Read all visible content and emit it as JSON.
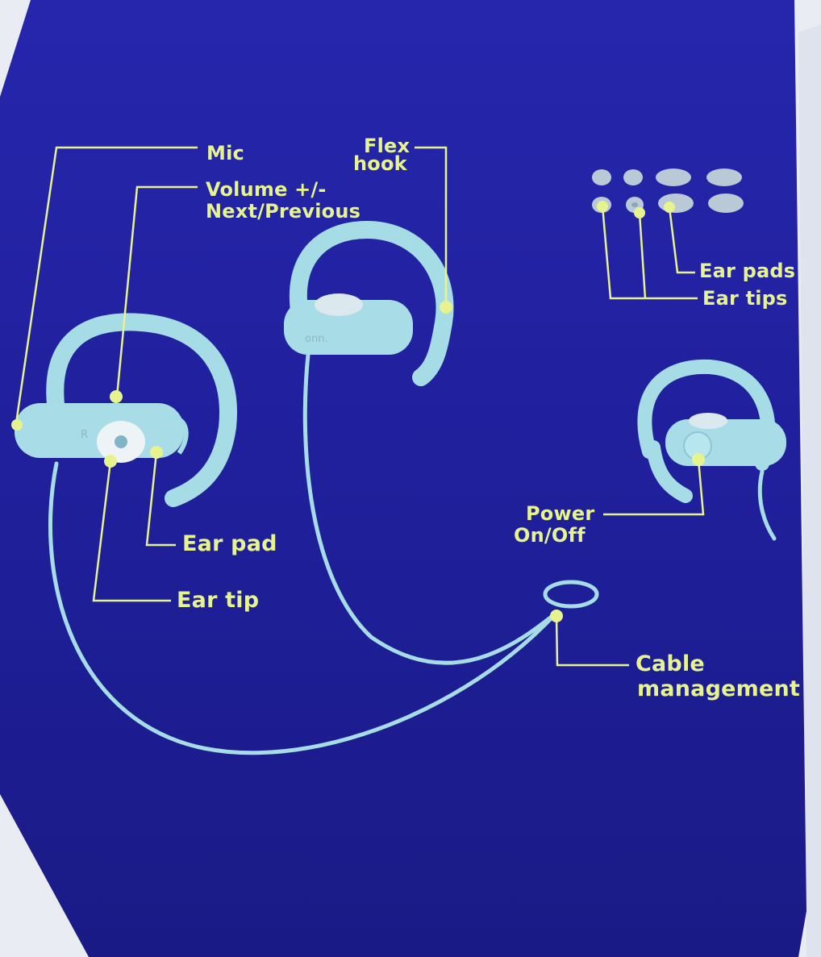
{
  "labels": {
    "mic": "Mic",
    "volume_line1": "Volume +/-",
    "volume_line2": "Next/Previous",
    "flex_line1": "Flex",
    "flex_line2": "hook",
    "ear_pads": "Ear pads",
    "ear_tips": "Ear tips",
    "ear_pad": "Ear pad",
    "ear_tip": "Ear tip",
    "power_line1": "Power",
    "power_line2": "On/Off",
    "cable_line1": "Cable",
    "cable_line2": "management"
  },
  "earbud_brand": "onn.",
  "earbud_side_mark": "R",
  "colors": {
    "panel_blue": "#2424a6",
    "panel_blue_dark": "#1a1a82",
    "label_yellow": "#e7f48e",
    "earbud_mint": "#a6dce6"
  }
}
